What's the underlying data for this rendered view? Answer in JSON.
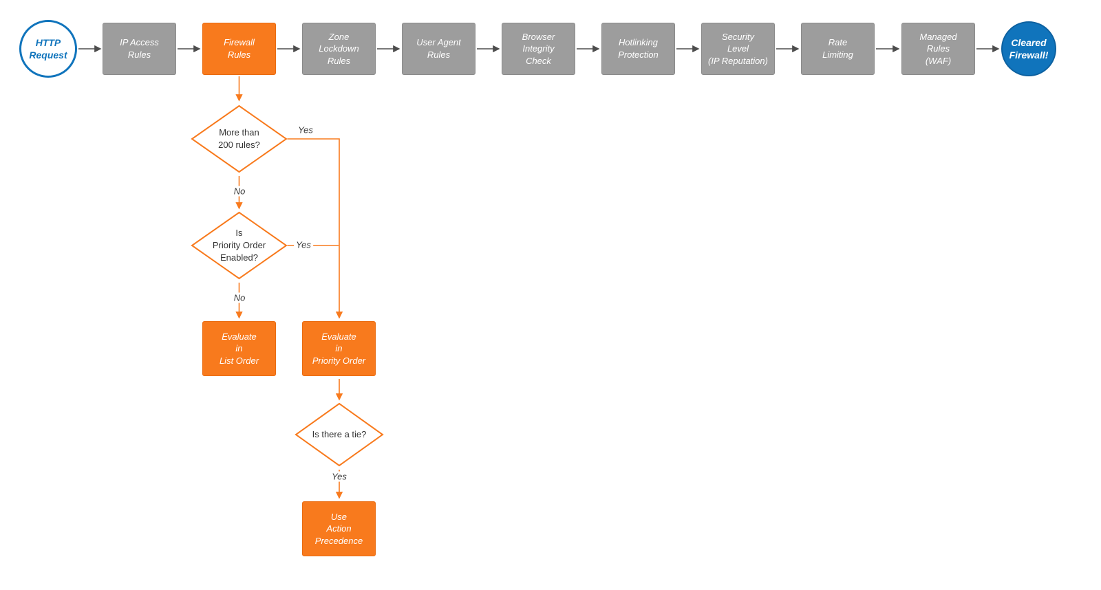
{
  "diagram": {
    "start": {
      "label": "HTTP\nRequest"
    },
    "steps": [
      {
        "label": "IP Access\nRules"
      },
      {
        "label": "Firewall\nRules"
      },
      {
        "label": "Zone\nLockdown\nRules"
      },
      {
        "label": "User Agent\nRules"
      },
      {
        "label": "Browser\nIntegrity\nCheck"
      },
      {
        "label": "Hotlinking\nProtection"
      },
      {
        "label": "Security\nLevel\n(IP Reputation)"
      },
      {
        "label": "Rate\nLimiting"
      },
      {
        "label": "Managed\nRules\n(WAF)"
      }
    ],
    "end": {
      "label": "Cleared\nFirewall!"
    },
    "decisions": [
      {
        "label": "More than\n200 rules?"
      },
      {
        "label": "Is\nPriority Order\nEnabled?"
      },
      {
        "label": "Is there a tie?"
      }
    ],
    "actions": [
      {
        "label": "Evaluate\nin\nList Order"
      },
      {
        "label": "Evaluate\nin\nPriority Order"
      },
      {
        "label": "Use\nAction\nPrecedence"
      }
    ],
    "edge_labels": {
      "yes1": "Yes",
      "no1": "No",
      "yes2": "Yes",
      "no2": "No",
      "yes3": "Yes"
    },
    "colors": {
      "step_fill": "#9d9d9d",
      "step_border": "#8a8a8a",
      "highlight_fill": "#f87a1d",
      "highlight_border": "#e96b10",
      "accent_blue": "#1074bc",
      "accent_blue_dark": "#0d61a0",
      "connector_gray": "#4d4d4d"
    }
  }
}
